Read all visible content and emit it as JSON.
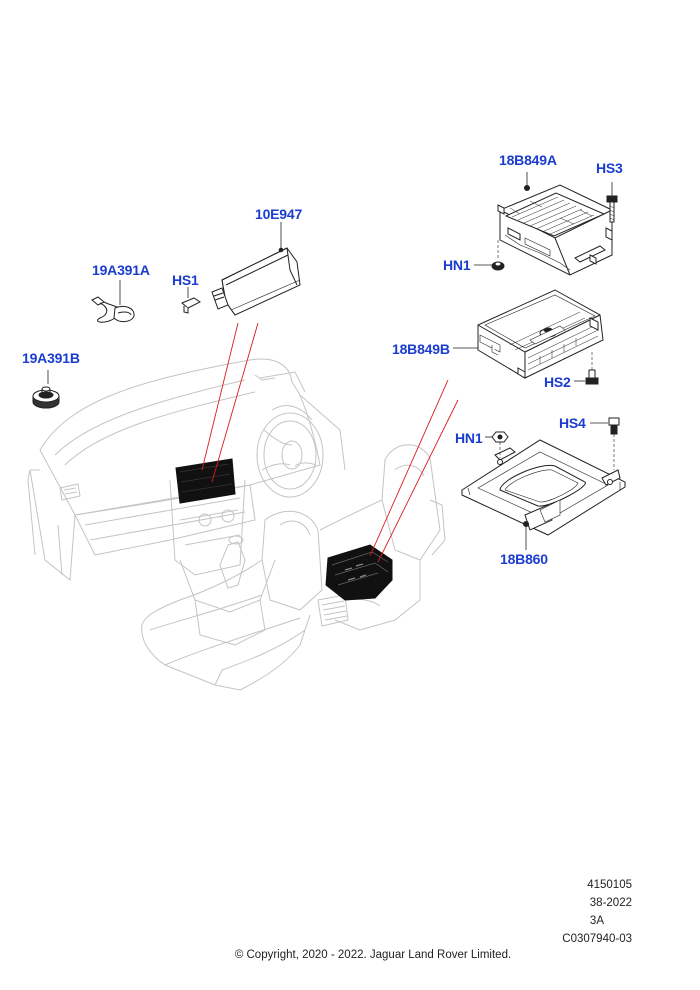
{
  "callouts": {
    "c_10E947": "10E947",
    "c_19A391A": "19A391A",
    "c_HS1": "HS1",
    "c_19A391B": "19A391B",
    "c_18B849A": "18B849A",
    "c_HS3": "HS3",
    "c_HN1_top": "HN1",
    "c_18B849B": "18B849B",
    "c_HS2": "HS2",
    "c_HS4": "HS4",
    "c_HN1_bottom": "HN1",
    "c_18B860": "18B860"
  },
  "meta": {
    "number": "4150105",
    "date_code": "38-2022",
    "revision": "3A",
    "ref": "C0307940-03"
  },
  "copyright": "© Copyright, 2020 - 2022. Jaguar Land Rover Limited.",
  "colors": {
    "callout": "#1a3ccf",
    "leader": "#d81e1e",
    "line_art": "#222222",
    "background_art": "#bbbbbb"
  }
}
